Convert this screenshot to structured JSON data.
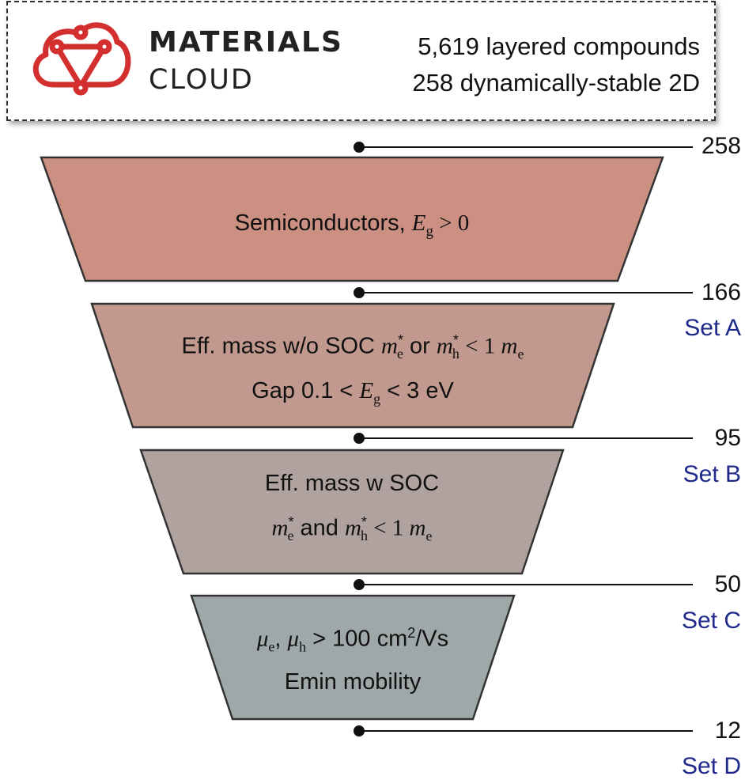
{
  "header": {
    "brand_line1": "MATERIALS",
    "brand_line2": "CLOUD",
    "stat_line1": "5,619 layered compounds",
    "stat_line2": "258 dynamically-stable 2D",
    "logo_color": "#d32f2f"
  },
  "stages": [
    {
      "line1_text": "Semiconductors, ",
      "line1_math": "E",
      "line1_sub": "g",
      "line1_tail": " > 0",
      "color": "#cc9083"
    },
    {
      "line1_text": "Eff. mass w/o SOC ",
      "line1_math_a": "m",
      "sub_a": "e",
      "sup_a": "*",
      "or_text": " or ",
      "line1_math_b": "m",
      "sub_b": "h",
      "sup_b": "*",
      "line1_tail": " < 1 ",
      "unit_math": "m",
      "unit_sub": "e",
      "line2_text": "Gap  0.1 < ",
      "line2_math": "E",
      "line2_sub": "g",
      "line2_tail": " < 3 eV",
      "color": "#c1998e"
    },
    {
      "line1_text": "Eff. mass w SOC",
      "line2_math_a": "m",
      "sub_a": "e",
      "sup_a": "*",
      "and_text": " and ",
      "line2_math_b": "m",
      "sub_b": "h",
      "sup_b": "*",
      "line2_tail": " < 1 ",
      "unit_math": "m",
      "unit_sub": "e",
      "color": "#b0a29e"
    },
    {
      "line1_mu": "μ",
      "sub_e": "e",
      "comma": ", ",
      "sub_h": "h",
      "line1_tail": " > 100 cm",
      "sup2": "2",
      "line1_unit": "/Vs",
      "line2_text": "Emin mobility",
      "color": "#9ea8a8"
    }
  ],
  "counts": [
    "258",
    "166",
    "95",
    "50",
    "12"
  ],
  "sets": [
    "Set A",
    "Set B",
    "Set C",
    "Set D"
  ]
}
